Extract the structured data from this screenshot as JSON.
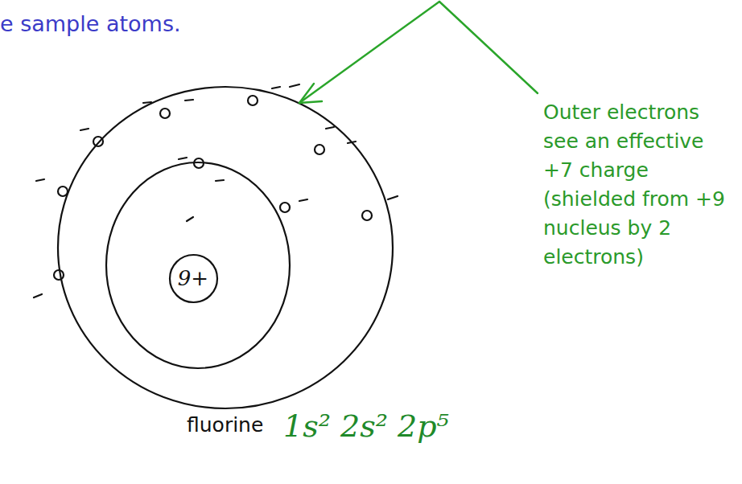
{
  "diagram": {
    "title": "e sample atoms.",
    "nodes": [
      {
        "text": [
          "9+"
        ]
      }
    ],
    "labels": [
      "Outer electrons see an effective +7 charge (shielded from +9 nucleus by 2 electrons)",
      "fluorine",
      "1s² 2s² 2p⁵"
    ]
  }
}
